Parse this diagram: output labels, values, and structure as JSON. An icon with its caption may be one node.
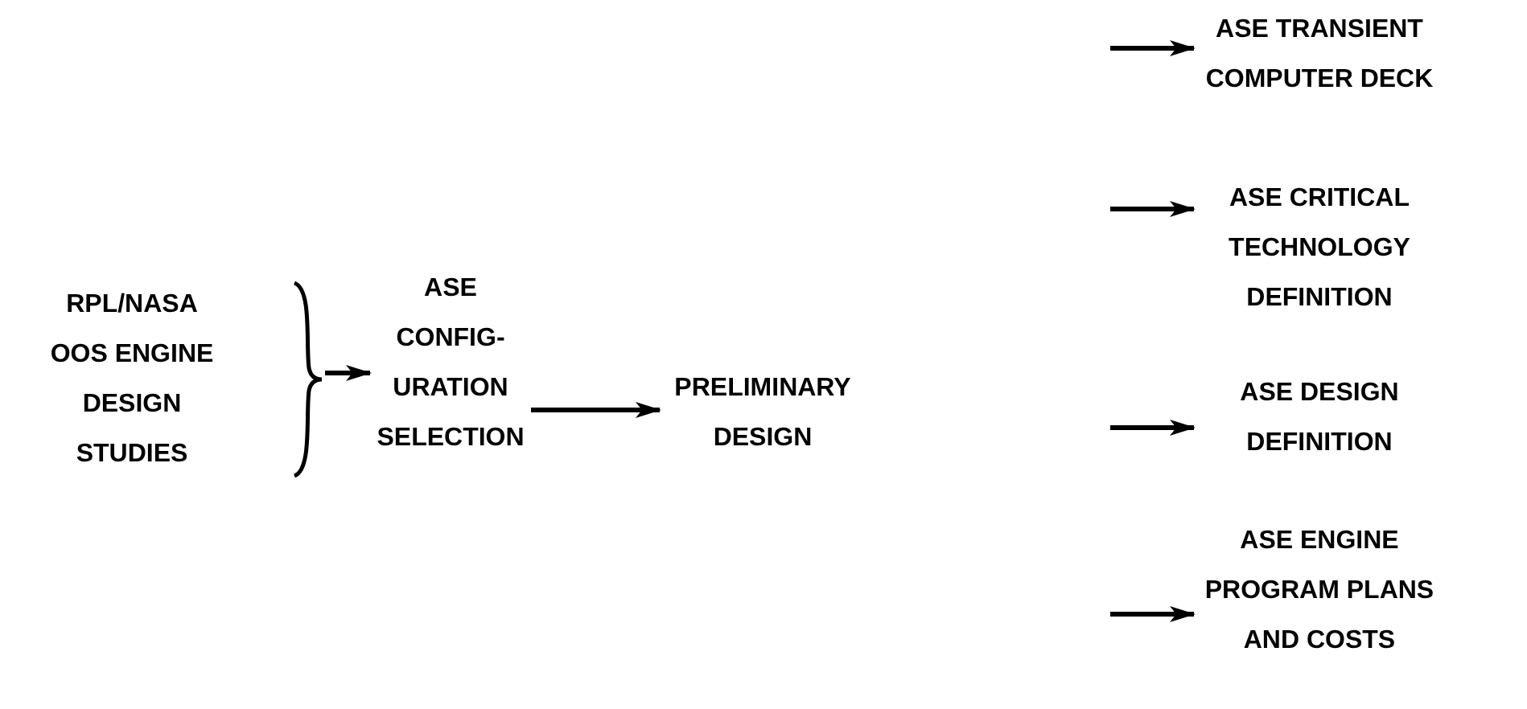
{
  "diagram": {
    "nodes": [
      {
        "text": [
          "RPL/NASA OOS ENGINE DESIGN STUDIES"
        ]
      },
      {
        "text": [
          "ASE CONFIG- URATION SELECTION"
        ]
      },
      {
        "text": [
          "PRELIMINARY DESIGN"
        ]
      },
      {
        "text": [
          "ASE TRANSIENT COMPUTER DECK"
        ]
      },
      {
        "text": [
          "ASE CRITICAL TECHNOLOGY DEFINITION"
        ]
      },
      {
        "text": [
          "ASE DESIGN DEFINITION"
        ]
      },
      {
        "text": [
          "ASE ENGINE PROGRAM PLANS AND COSTS"
        ]
      }
    ],
    "edges": [
      {
        "from": 0,
        "to": 1,
        "arrow": "to"
      },
      {
        "from": 1,
        "to": 2,
        "arrow": "to"
      },
      {
        "from": null,
        "to": 3,
        "arrow": "to"
      },
      {
        "from": null,
        "to": 4,
        "arrow": "to"
      },
      {
        "from": null,
        "to": 5,
        "arrow": "to"
      },
      {
        "from": null,
        "to": 6,
        "arrow": "to"
      }
    ]
  }
}
